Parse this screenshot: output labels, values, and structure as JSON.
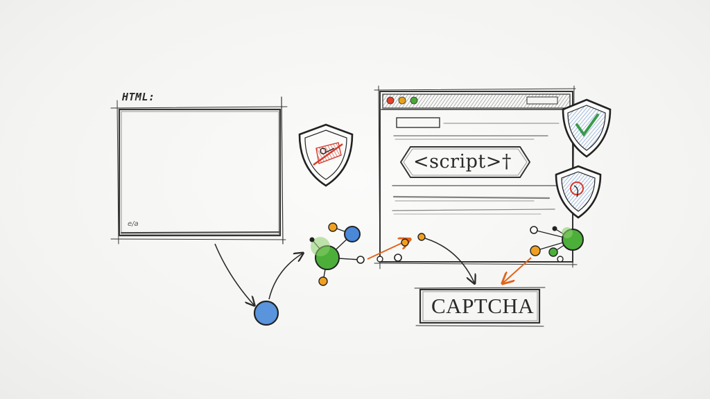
{
  "html_box": {
    "label": "HTML:",
    "corner_note": "e/a"
  },
  "browser": {
    "traffic_lights": [
      "#e2412b",
      "#e8a21b",
      "#4aa83a"
    ],
    "script_tag": "<script>†"
  },
  "captcha": {
    "label": "CAPTCHA"
  },
  "shields": [
    {
      "name": "broken-lock-shield",
      "color": "#d63a2a"
    },
    {
      "name": "check-shield",
      "color": "#3a9a4a"
    },
    {
      "name": "blue-shield",
      "color": "#4a78c8"
    }
  ],
  "node_colors": {
    "green": "#4caf3a",
    "orange": "#f0a020",
    "blue": "#4a88d8",
    "dark": "#2a2a2a",
    "arrow_orange": "#e0641a"
  }
}
